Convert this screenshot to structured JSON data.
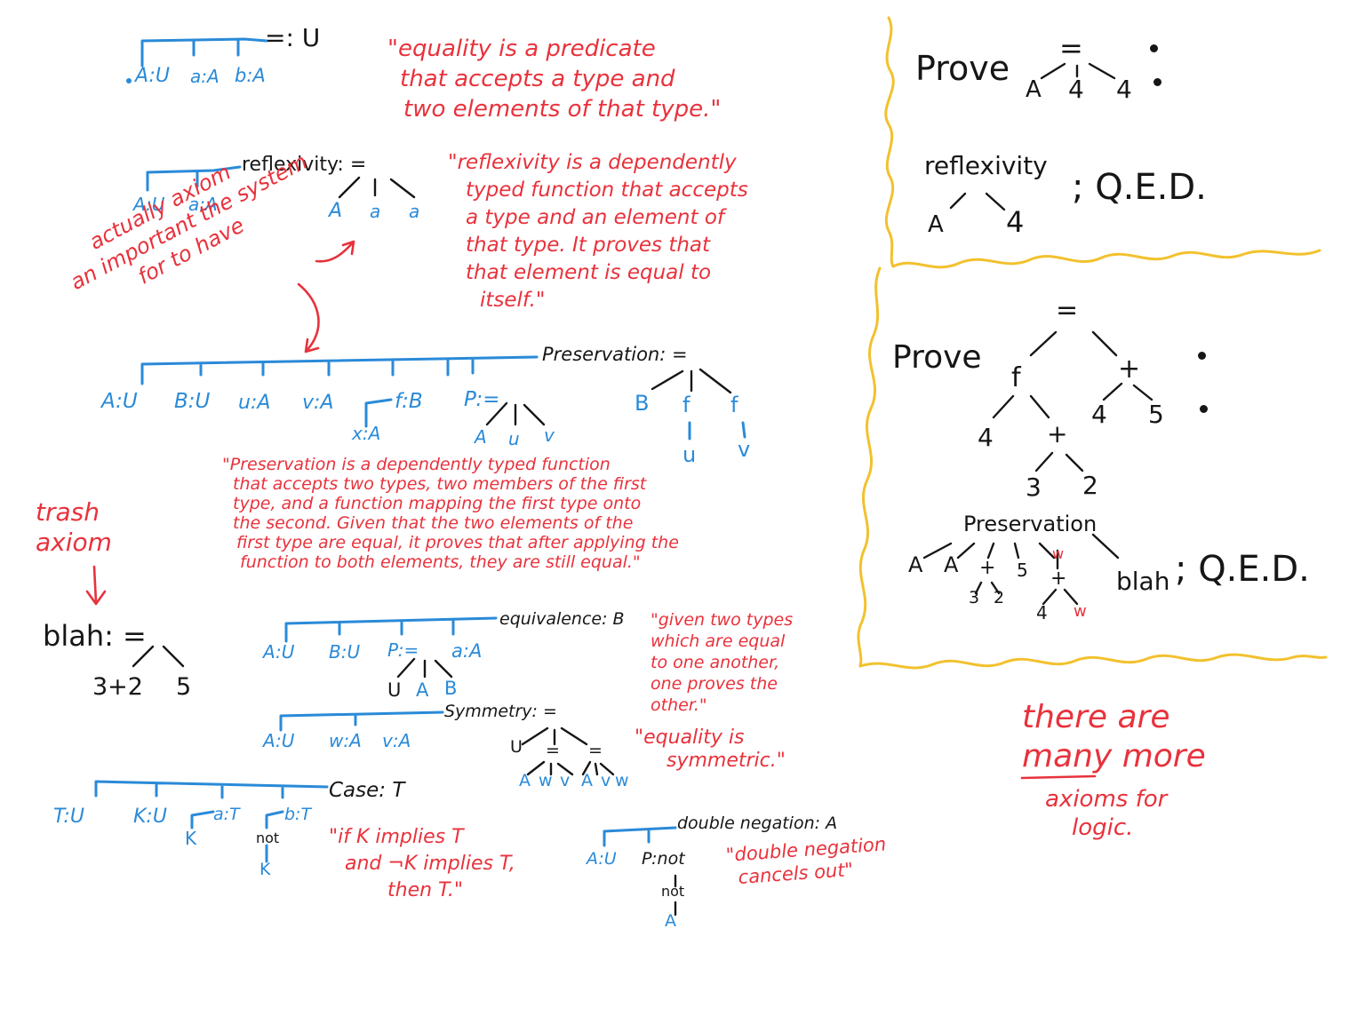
{
  "colors": {
    "ink": "#161616",
    "blue": "#2a8ad8",
    "red": "#e8323c",
    "yellow": "#f2c12e"
  },
  "equality": {
    "type": "=: U",
    "args": [
      "A:U",
      "a:A",
      "b:A"
    ],
    "note": [
      "\"equality is a predicate",
      "that accepts a type and",
      "two elements of that type.\""
    ]
  },
  "reflexivity": {
    "label": "reflexivity: =",
    "args": [
      "A:U",
      "a:A"
    ],
    "children": [
      "A",
      "a",
      "a"
    ],
    "note": [
      "\"reflexivity is a dependently",
      "typed function that accepts",
      "a type and an element of",
      "that type. It proves that",
      "that element is equal to",
      "itself.\""
    ]
  },
  "axiom_note": [
    "actually axiom",
    "an important the system",
    "for to have"
  ],
  "preservation": {
    "label": "Preservation: =",
    "args": [
      "A:U",
      "B:U",
      "u:A",
      "v:A",
      "f:B",
      "P:="
    ],
    "fn_arg": "x:A",
    "p_children": [
      "A",
      "u",
      "v"
    ],
    "children": [
      "B",
      "f",
      "f"
    ],
    "subchildren": [
      "u",
      "v"
    ],
    "note": [
      "\"Preservation is a dependently typed function",
      "that accepts two types, two members of the first",
      "type, and a function mapping the first type onto",
      "the second. Given that the two elements of the",
      "first type are equal, it proves that after applying the",
      "function to both elements, they are still equal.\""
    ]
  },
  "trash": {
    "label": [
      "trash",
      "axiom"
    ]
  },
  "blah": {
    "label": "blah: =",
    "children": [
      "3+2",
      "5"
    ]
  },
  "equivalence": {
    "label": "equivalence: B",
    "args": [
      "A:U",
      "B:U",
      "P:=",
      "a:A"
    ],
    "p_children": [
      "U",
      "A",
      "B"
    ],
    "note": [
      "\"given two types",
      "which are equal",
      "to one another,",
      "one proves the",
      "other.\""
    ]
  },
  "symmetry": {
    "label": "Symmetry: =",
    "args": [
      "A:U",
      "w:A",
      "v:A"
    ],
    "children": [
      "U",
      "=",
      "="
    ],
    "left_children": [
      "A",
      "w",
      "v"
    ],
    "right_children": [
      "A",
      "v",
      "w"
    ],
    "note": [
      "\"equality is",
      "symmetric.\""
    ]
  },
  "case": {
    "label": "Case: T",
    "args": [
      "T:U",
      "K:U",
      "a:T",
      "b:T"
    ],
    "a_child": "K",
    "b_children": [
      "not",
      "K"
    ],
    "note": [
      "\"if K implies T",
      "and ¬K implies T,",
      "then T.\""
    ]
  },
  "double_negation": {
    "label": "double negation: A",
    "args": [
      "A:U",
      "P:not"
    ],
    "children": [
      "not",
      "A"
    ],
    "note": [
      "\"double negation",
      "cancels out\""
    ]
  },
  "proof1": {
    "prove_word": "Prove",
    "goal_top": "=",
    "goal_children": [
      "A",
      "4",
      "4"
    ],
    "step": "reflexivity",
    "step_children": [
      "A",
      "4"
    ],
    "qed": "; Q.E.D."
  },
  "proof2": {
    "prove_word": "Prove",
    "goal_top": "=",
    "left": "f",
    "right": "+",
    "left_children": [
      "4",
      "+"
    ],
    "left_sub": [
      "3",
      "2"
    ],
    "right_children": [
      "4",
      "5"
    ],
    "step": "Preservation",
    "step_args": [
      "A",
      "A",
      "+",
      "5",
      "w"
    ],
    "plus_children": [
      "3",
      "2"
    ],
    "w_plus": "+",
    "w_plus_children": [
      "4",
      "w"
    ],
    "blah": "blah",
    "qed": "; Q.E.D."
  },
  "footer": [
    "there are",
    "many more",
    "axioms for",
    "logic."
  ]
}
